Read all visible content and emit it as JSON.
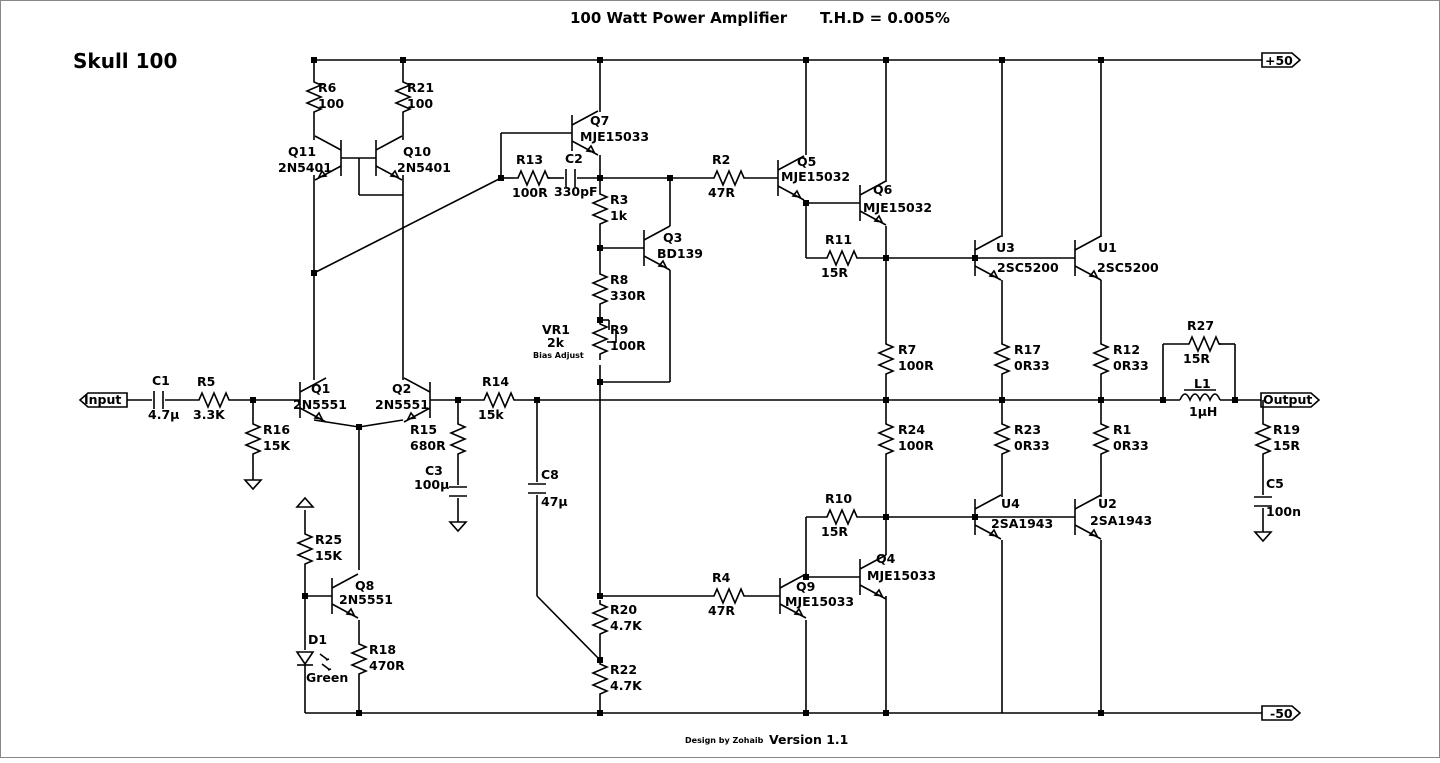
{
  "title": "100 Watt Power Amplifier",
  "thd": "T.H.D = 0.005%",
  "brand": "Skull 100",
  "footer": {
    "designer": "Design by Zohaib",
    "version": "Version 1.1"
  },
  "rails": {
    "positive": "+50",
    "negative": "-50"
  },
  "ports": {
    "input": "Input",
    "output": "Output"
  },
  "resistors": [
    {
      "ref": "R6",
      "value": "100"
    },
    {
      "ref": "R21",
      "value": "100"
    },
    {
      "ref": "R13",
      "value": "100R"
    },
    {
      "ref": "R2",
      "value": "47R"
    },
    {
      "ref": "R3",
      "value": "1k"
    },
    {
      "ref": "R8",
      "value": "330R"
    },
    {
      "ref": "R9",
      "value": "100R"
    },
    {
      "ref": "R11",
      "value": "15R"
    },
    {
      "ref": "R7",
      "value": "100R"
    },
    {
      "ref": "R17",
      "value": "0R33"
    },
    {
      "ref": "R12",
      "value": "0R33"
    },
    {
      "ref": "R27",
      "value": "15R"
    },
    {
      "ref": "R5",
      "value": "3.3K"
    },
    {
      "ref": "R16",
      "value": "15K"
    },
    {
      "ref": "R14",
      "value": "15k"
    },
    {
      "ref": "R15",
      "value": "680R"
    },
    {
      "ref": "R24",
      "value": "100R"
    },
    {
      "ref": "R23",
      "value": "0R33"
    },
    {
      "ref": "R1",
      "value": "0R33"
    },
    {
      "ref": "R19",
      "value": "15R"
    },
    {
      "ref": "R10",
      "value": "15R"
    },
    {
      "ref": "R25",
      "value": "15K"
    },
    {
      "ref": "R4",
      "value": "47R"
    },
    {
      "ref": "R18",
      "value": "470R"
    },
    {
      "ref": "R20",
      "value": "4.7K"
    },
    {
      "ref": "R22",
      "value": "4.7K"
    }
  ],
  "capacitors": [
    {
      "ref": "C1",
      "value": "4.7µ"
    },
    {
      "ref": "C2",
      "value": "330pF"
    },
    {
      "ref": "C3",
      "value": "100µ"
    },
    {
      "ref": "C8",
      "value": "47µ"
    },
    {
      "ref": "C5",
      "value": "100n"
    }
  ],
  "transistors": [
    {
      "ref": "Q11",
      "part": "2N5401"
    },
    {
      "ref": "Q10",
      "part": "2N5401"
    },
    {
      "ref": "Q7",
      "part": "MJE15033"
    },
    {
      "ref": "Q5",
      "part": "MJE15032"
    },
    {
      "ref": "Q6",
      "part": "MJE15032"
    },
    {
      "ref": "Q3",
      "part": "BD139"
    },
    {
      "ref": "U3",
      "part": "2SC5200"
    },
    {
      "ref": "U1",
      "part": "2SC5200"
    },
    {
      "ref": "Q1",
      "part": "2N5551"
    },
    {
      "ref": "Q2",
      "part": "2N5551"
    },
    {
      "ref": "Q8",
      "part": "2N5551"
    },
    {
      "ref": "Q9",
      "part": "MJE15033"
    },
    {
      "ref": "Q4",
      "part": "MJE15033"
    },
    {
      "ref": "U4",
      "part": "2SA1943"
    },
    {
      "ref": "U2",
      "part": "2SA1943"
    }
  ],
  "inductor": {
    "ref": "L1",
    "value": "1µH"
  },
  "vr1": {
    "ref": "VR1",
    "value": "2k",
    "note": "Bias Adjust"
  },
  "diode": {
    "ref": "D1",
    "value": "Green"
  }
}
